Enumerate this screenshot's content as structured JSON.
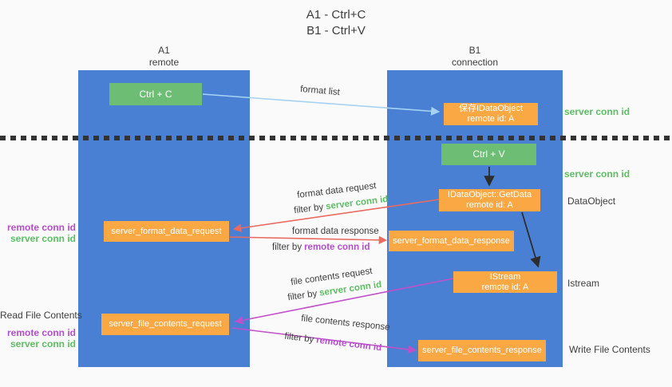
{
  "title": {
    "line1": "A1 - Ctrl+C",
    "line2": "B1 - Ctrl+V"
  },
  "columns": {
    "left": {
      "header1": "A1",
      "header2": "remote"
    },
    "right": {
      "header1": "B1",
      "header2": "connection"
    }
  },
  "boxes": {
    "ctrl_c": "Ctrl + C",
    "ctrl_v": "Ctrl + V",
    "save_idataobject_1": "保存IDataObject",
    "save_idataobject_2": "remote id: A",
    "getdata_1": "IDataObject::GetData",
    "getdata_2": "remote id: A",
    "istream_1": "IStream",
    "istream_2": "remote id: A",
    "format_request": "server_format_data_request",
    "format_response": "server_format_data_response",
    "file_request": "server_file_contents_request",
    "file_response": "server_file_contents_response"
  },
  "flow_labels": {
    "format_list": "format list",
    "format_data_request": "format data request",
    "format_data_response": "format data response",
    "file_contents_request": "file contents request",
    "file_contents_response": "file contents response",
    "filter_by": "filter by",
    "server_conn_id": "server conn id",
    "remote_conn_id": "remote conn id"
  },
  "side_labels": {
    "server_conn_id_top": "server conn id",
    "server_conn_id_mid": "server conn id",
    "dataobject": "DataObject",
    "istream": "Istream",
    "write_file_contents": "Write File Contents",
    "read_file_contents": "Read File Contents",
    "remote_conn_id": "remote conn id",
    "server_conn_id": "server conn id"
  },
  "colors": {
    "background": "#fafafa",
    "column_blue": "#4a80d4",
    "box_green": "#6ebd74",
    "box_orange": "#f9a843",
    "text_dark": "#3d3d3d",
    "text_green": "#5cbd63",
    "text_magenta": "#b44ec9",
    "arrow_lightblue": "#a5d2f2",
    "arrow_red": "#e96a5f",
    "arrow_magenta": "#c050c8",
    "arrow_black": "#2d2d2d",
    "dotted_line": "#333333"
  }
}
